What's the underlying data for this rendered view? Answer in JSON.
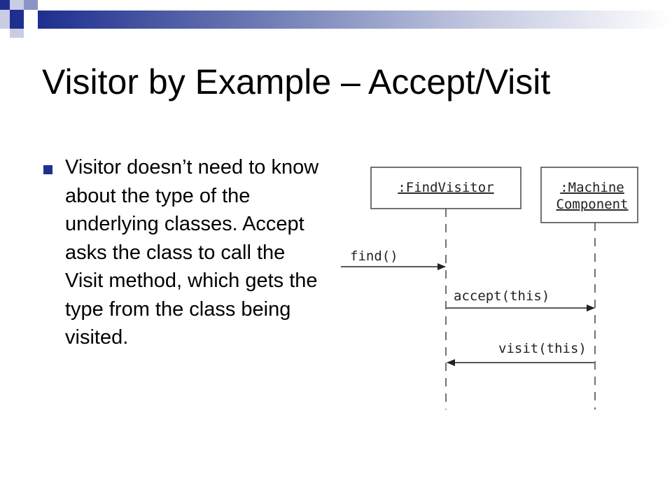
{
  "slide": {
    "title": "Visitor by Example – Accept/Visit",
    "bullets": [
      {
        "text": "Visitor doesn’t need to know about the type of the underlying classes.  Accept asks the class to call the Visit method, which gets the type from the class being visited."
      }
    ]
  },
  "diagram": {
    "participants": [
      {
        "lines": [
          ":FindVisitor"
        ]
      },
      {
        "lines": [
          ":Machine",
          "Component"
        ]
      }
    ],
    "messages": [
      {
        "label": "find()",
        "from": "external",
        "to": 0
      },
      {
        "label": "accept(this)",
        "from": 0,
        "to": 1
      },
      {
        "label": "visit(this)",
        "from": 1,
        "to": 0
      }
    ]
  },
  "theme": {
    "accent": "#1f2f8f",
    "accent_light": "#8a94c6",
    "text": "#000000",
    "diagram_line": "#444444"
  }
}
